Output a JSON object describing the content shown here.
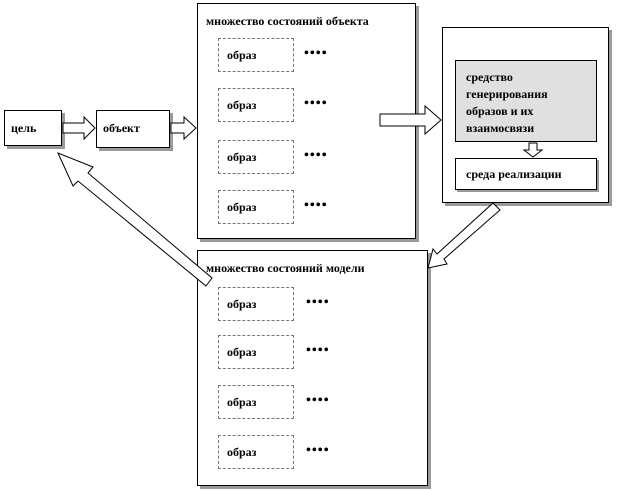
{
  "goal": "цель",
  "object": "объект",
  "object_states": {
    "title": "множество состояний объекта",
    "images": [
      "образ",
      "образ",
      "образ",
      "образ"
    ],
    "dots": "••••"
  },
  "model_states": {
    "title": "множество состояний модели",
    "images": [
      "образ",
      "образ",
      "образ",
      "образ"
    ],
    "dots": "••••"
  },
  "generator": {
    "tool": "средство генерирования образов и их взаимосвязи",
    "environment": "среда реализации"
  }
}
